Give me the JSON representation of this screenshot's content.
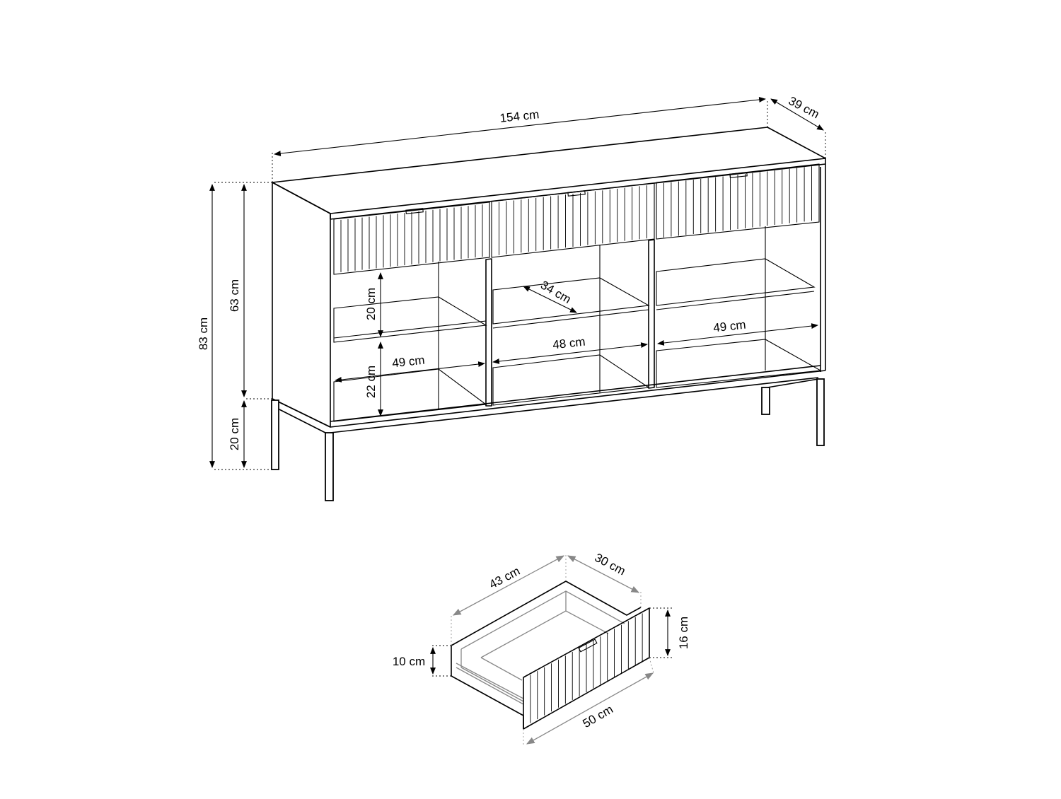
{
  "dimensions": {
    "cabinet_width": "154 cm",
    "cabinet_depth": "39 cm",
    "total_height": "83 cm",
    "body_height": "63 cm",
    "leg_height": "20 cm",
    "shelf_upper_height": "20 cm",
    "shelf_lower_height": "22 cm",
    "shelf_depth": "34 cm",
    "left_compartment_width": "49 cm",
    "middle_compartment_width": "48 cm",
    "right_compartment_width": "49 cm",
    "drawer_length": "43 cm",
    "drawer_depth": "30 cm",
    "drawer_front_height": "16 cm",
    "drawer_box_height": "10 cm",
    "drawer_front_width": "50 cm"
  }
}
